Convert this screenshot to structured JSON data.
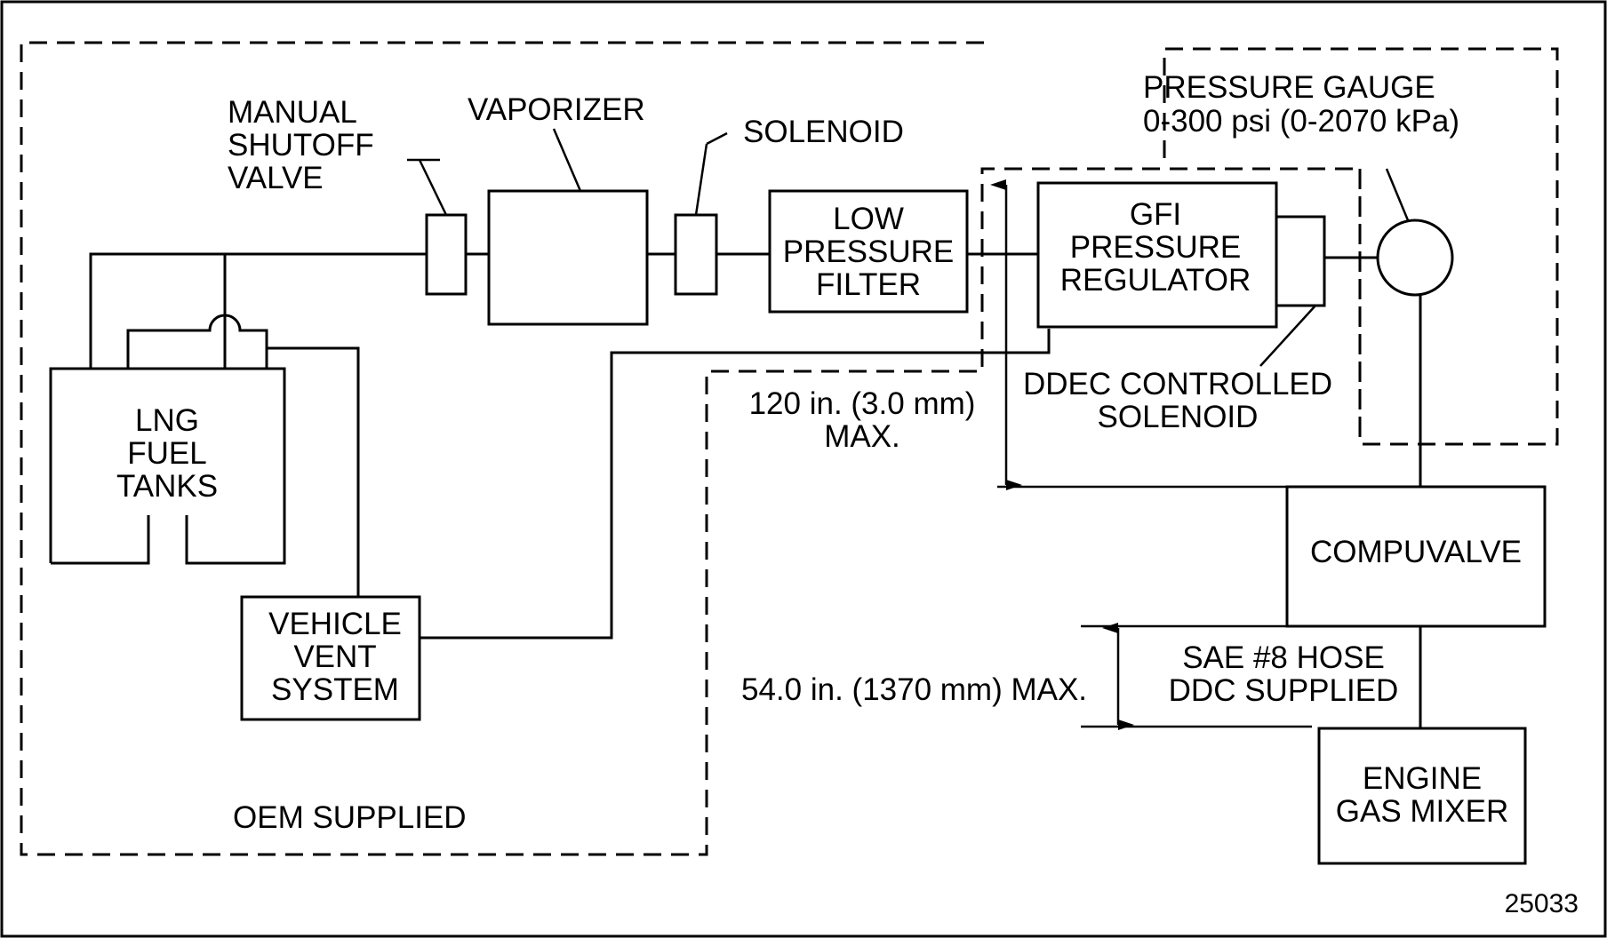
{
  "figure_number": "25033",
  "regions": {
    "oem": "OEM SUPPLIED"
  },
  "components": {
    "manual_valve": [
      "MANUAL",
      "SHUTOFF",
      "VALVE"
    ],
    "vaporizer": "VAPORIZER",
    "solenoid": "SOLENOID",
    "filter": [
      "LOW",
      "PRESSURE",
      "FILTER"
    ],
    "regulator": [
      "GFI",
      "PRESSURE",
      "REGULATOR"
    ],
    "gauge": [
      "PRESSURE GAUGE",
      "0-300 psi (0-2070 kPa)"
    ],
    "ddec_solenoid": [
      "DDEC CONTROLLED",
      "SOLENOID"
    ],
    "tanks": [
      "LNG",
      "FUEL",
      "TANKS"
    ],
    "vent": [
      "VEHICLE",
      "VENT",
      "SYSTEM"
    ],
    "compuvalve": "COMPUVALVE",
    "mixer": [
      "ENGINE",
      "GAS MIXER"
    ],
    "hose": [
      "SAE #8 HOSE",
      "DDC SUPPLIED"
    ]
  },
  "dimensions": {
    "upper": [
      "120 in. (3.0 mm)",
      "MAX."
    ],
    "lower": "54.0 in. (1370 mm) MAX."
  }
}
